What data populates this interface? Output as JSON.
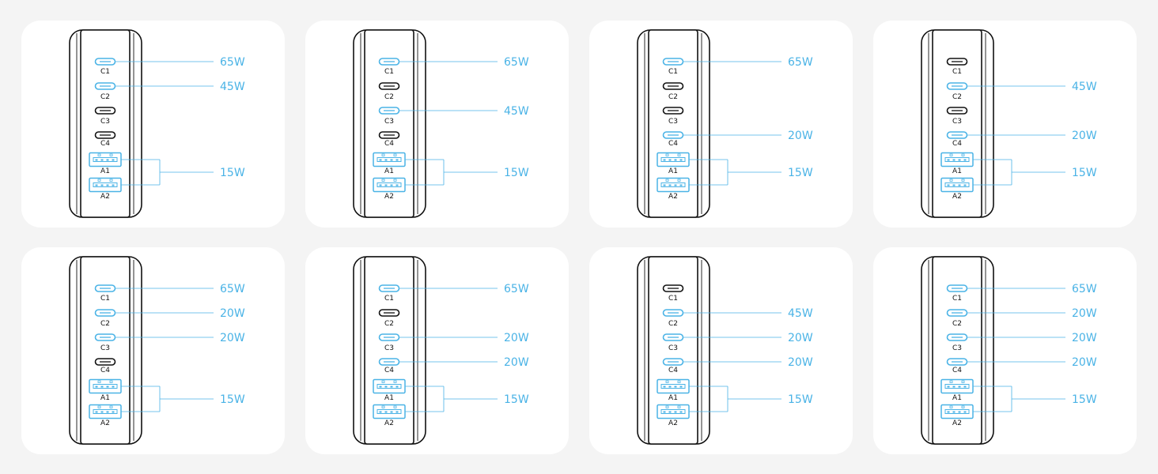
{
  "colors": {
    "active": "#4ab3e6",
    "inactive": "#111111",
    "card": "#ffffff",
    "background": "#f4f4f4"
  },
  "port_labels": [
    "C1",
    "C2",
    "C3",
    "C4",
    "A1",
    "A2"
  ],
  "configs": [
    {
      "C1": "65W",
      "C2": "45W",
      "C3": null,
      "C4": null,
      "A": "15W"
    },
    {
      "C1": "65W",
      "C2": null,
      "C3": "45W",
      "C4": null,
      "A": "15W"
    },
    {
      "C1": "65W",
      "C2": null,
      "C3": null,
      "C4": "20W",
      "A": "15W"
    },
    {
      "C1": null,
      "C2": "45W",
      "C3": null,
      "C4": "20W",
      "A": "15W"
    },
    {
      "C1": "65W",
      "C2": "20W",
      "C3": "20W",
      "C4": null,
      "A": "15W"
    },
    {
      "C1": "65W",
      "C2": null,
      "C3": "20W",
      "C4": "20W",
      "A": "15W"
    },
    {
      "C1": null,
      "C2": "45W",
      "C3": "20W",
      "C4": "20W",
      "A": "15W"
    },
    {
      "C1": "65W",
      "C2": "20W",
      "C3": "20W",
      "C4": "20W",
      "A": "15W"
    }
  ]
}
